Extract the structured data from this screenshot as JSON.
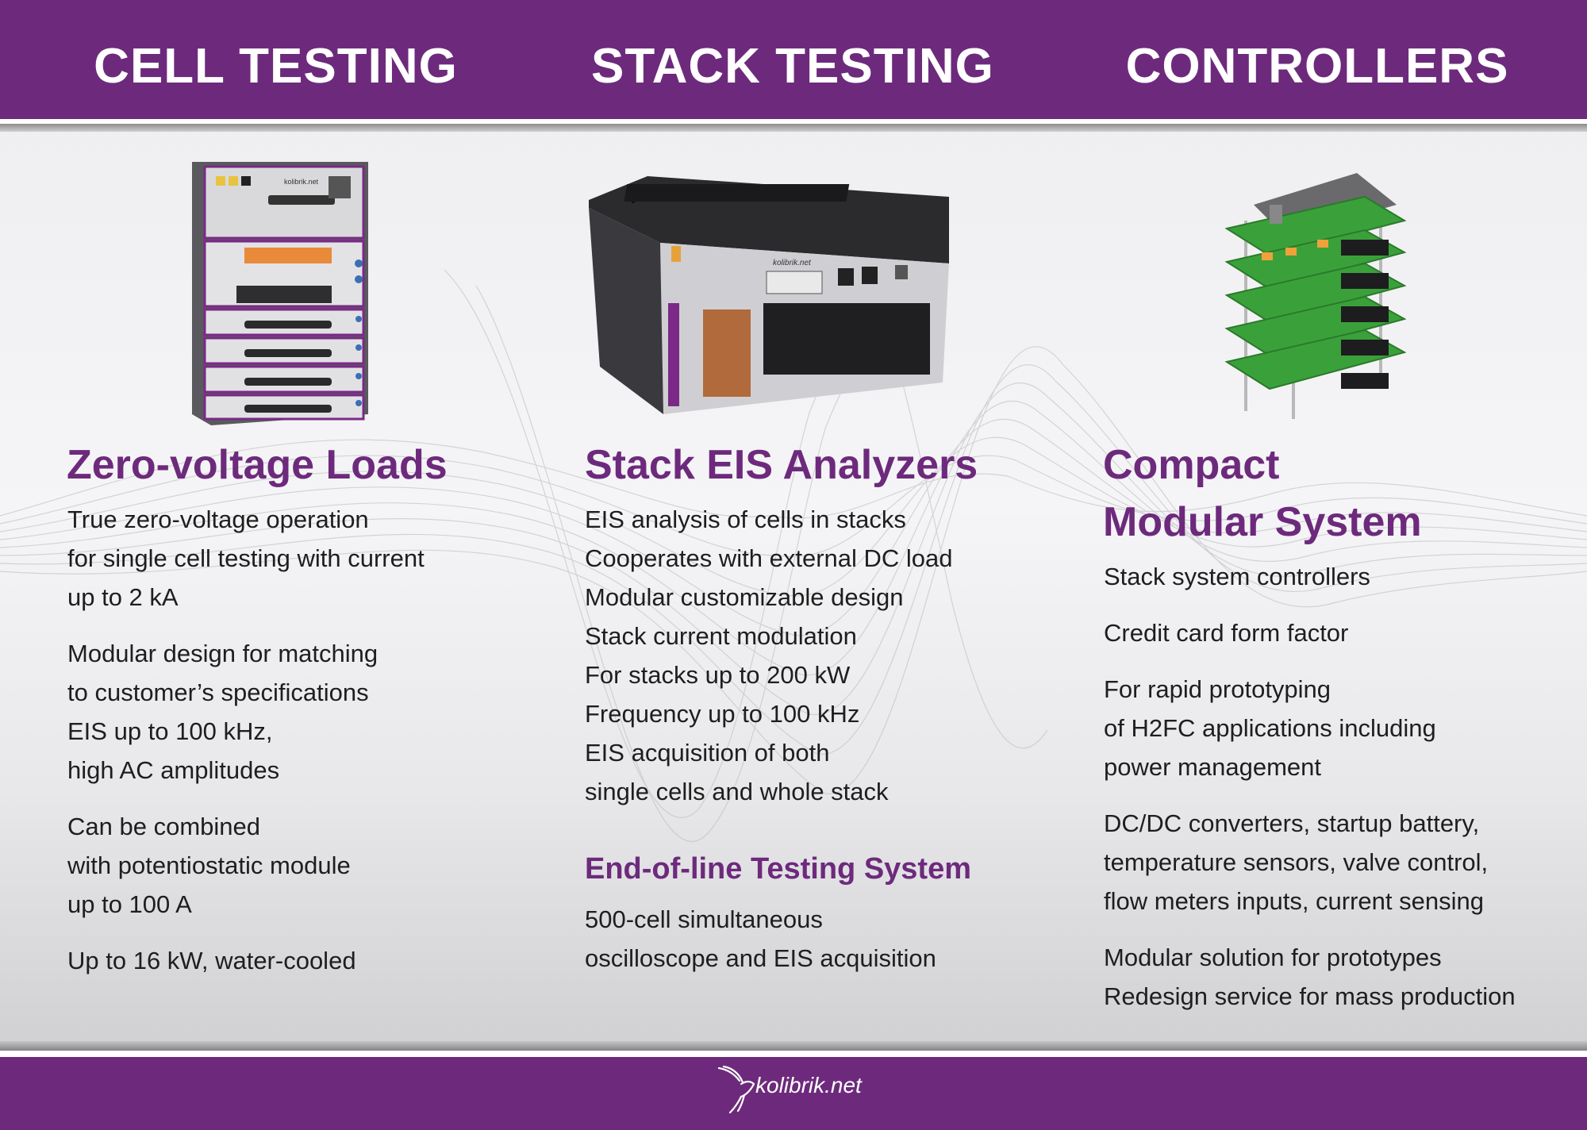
{
  "header": {
    "titles": [
      "CELL TESTING",
      "STACK TESTING",
      "CONTROLLERS"
    ]
  },
  "colors": {
    "brand_purple": "#6d2a7c",
    "text": "#1e1e1e",
    "white": "#ffffff"
  },
  "columns": [
    {
      "heading": "Zero-voltage Loads",
      "paragraphs": [
        [
          "True zero-voltage operation",
          "for single cell testing with current",
          "up to 2 kA"
        ],
        [
          "Modular design for matching",
          "to customer’s specifications",
          "EIS up to 100 kHz,",
          "high AC amplitudes"
        ],
        [
          "Can be combined",
          "with potentiostatic module",
          "up to 100 A"
        ],
        [
          "Up to 16 kW, water-cooled"
        ]
      ]
    },
    {
      "heading": "Stack EIS Analyzers",
      "lines": [
        "EIS analysis of cells in stacks",
        "Cooperates with external DC load",
        "Modular customizable design",
        "Stack current modulation",
        "For stacks up to 200 kW",
        "Frequency up to 100 kHz",
        "EIS acquisition of both",
        "single cells and whole stack"
      ],
      "subheading": "End-of-line Testing System",
      "sub_lines": [
        "500-cell simultaneous",
        "oscilloscope and EIS acquisition"
      ]
    },
    {
      "heading_lines": [
        "Compact",
        "Modular System"
      ],
      "paragraphs": [
        [
          "Stack system controllers"
        ],
        [
          "Credit card form factor"
        ],
        [
          "For rapid prototyping",
          "of H2FC applications including",
          "power management"
        ],
        [
          "DC/DC converters, startup battery,",
          "temperature sensors, valve control,",
          "flow meters inputs, current sensing"
        ],
        [
          "Modular solution for prototypes",
          "Redesign service for mass production"
        ]
      ]
    }
  ],
  "footer": {
    "logo_icon": "hummingbird-icon",
    "logo_text": "kolibrik.net"
  },
  "products": [
    {
      "name": "zero-voltage-load-rack",
      "device_label": "kolibrik.net"
    },
    {
      "name": "stack-eis-analyzer-unit",
      "device_label": "kolibrik.net"
    },
    {
      "name": "modular-controller-board-stack"
    }
  ]
}
